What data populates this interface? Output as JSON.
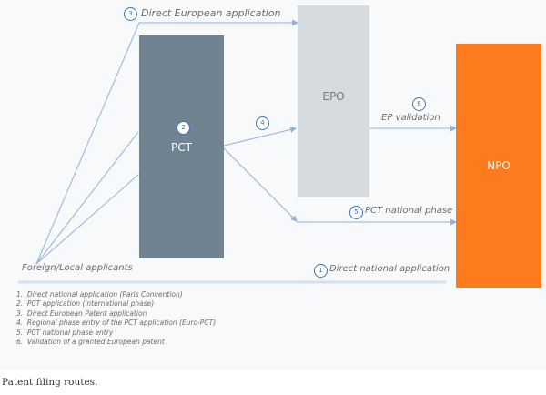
{
  "colors": {
    "arrow": "#8db2de",
    "pct_box": "#6f8490",
    "epo_box": "#d6dbdf",
    "npo_box": "#fd7a1d",
    "badge": "#3f73b6",
    "separator": "#cfe1f3"
  },
  "nodes": {
    "pct": "PCT",
    "epo": "EPO",
    "npo": "NPO",
    "source": "Foreign/Local applicants"
  },
  "routes": [
    {
      "number": "1",
      "label": "Direct national application"
    },
    {
      "number": "2",
      "label": ""
    },
    {
      "number": "3",
      "label": "Direct European application"
    },
    {
      "number": "4",
      "label": ""
    },
    {
      "number": "5",
      "label": "PCT national phase"
    },
    {
      "number": "6",
      "label": "EP validation"
    }
  ],
  "legend": [
    "1.  Direct national application (Paris Convention)",
    "2.  PCT application (international phase)",
    "3.  Direct European Patent application",
    "4.  Regional phase entry of the PCT application (Euro-PCT)",
    "5.  PCT national phase entry",
    "6.  Validation of a granted European patent"
  ],
  "caption": "Patent filing routes."
}
